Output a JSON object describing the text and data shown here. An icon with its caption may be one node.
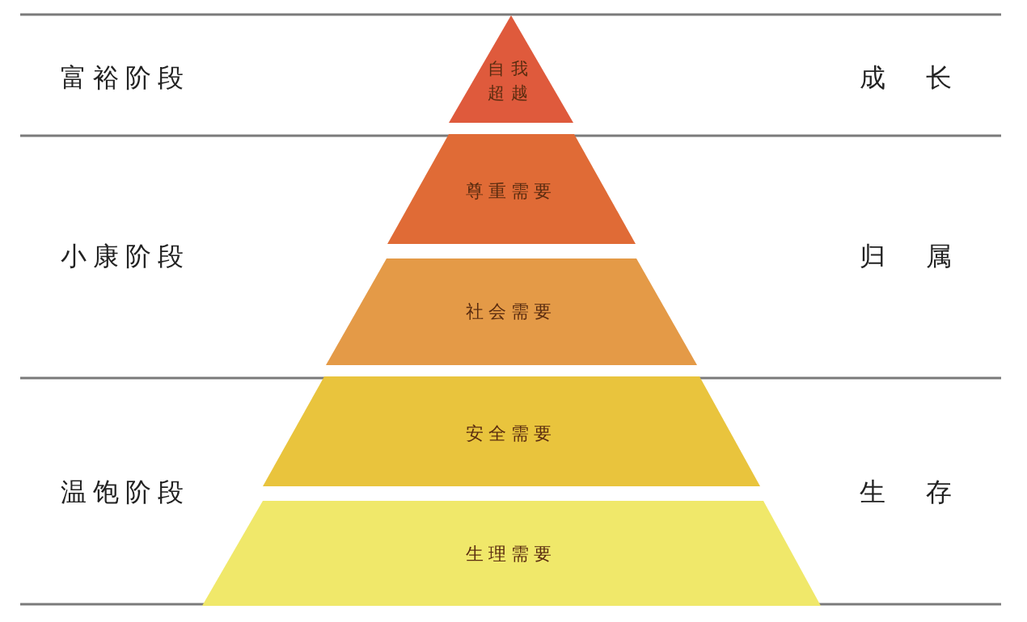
{
  "diagram": {
    "nodes": [
      {
        "text": [
          "自我超越"
        ]
      },
      {
        "text": [
          "尊重需要"
        ]
      },
      {
        "text": [
          "社会需要"
        ]
      },
      {
        "text": [
          "安全需要"
        ]
      },
      {
        "text": [
          "生理需要"
        ]
      }
    ],
    "labels": [
      "富裕阶段",
      "成 长",
      "小康阶段",
      "归 属",
      "温饱阶段",
      "生 存"
    ]
  }
}
